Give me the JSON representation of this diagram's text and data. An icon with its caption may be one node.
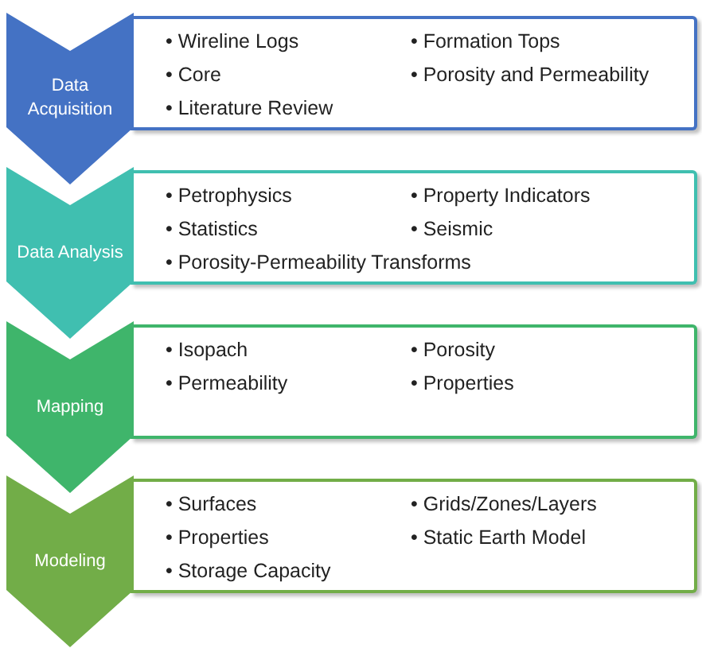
{
  "diagram": {
    "nodes": [
      {
        "text": [
          "Data Acquisition"
        ]
      },
      {
        "text": [
          "• Wireline Logs",
          "• Formation Tops",
          "• Core",
          "• Porosity and Permeability",
          "• Literature Review"
        ]
      },
      {
        "text": [
          "Data Analysis"
        ]
      },
      {
        "text": [
          "• Petrophysics",
          "• Property Indicators",
          "• Statistics",
          "• Seismic",
          "• Porosity-Permeability Transforms"
        ]
      },
      {
        "text": [
          "Mapping"
        ]
      },
      {
        "text": [
          "• Isopach",
          "• Porosity",
          "• Permeability",
          "• Properties"
        ]
      },
      {
        "text": [
          "Modeling"
        ]
      },
      {
        "text": [
          "• Surfaces",
          "• Grids/Zones/Layers",
          "• Properties",
          "• Static Earth Model",
          "• Storage Capacity"
        ]
      }
    ]
  }
}
